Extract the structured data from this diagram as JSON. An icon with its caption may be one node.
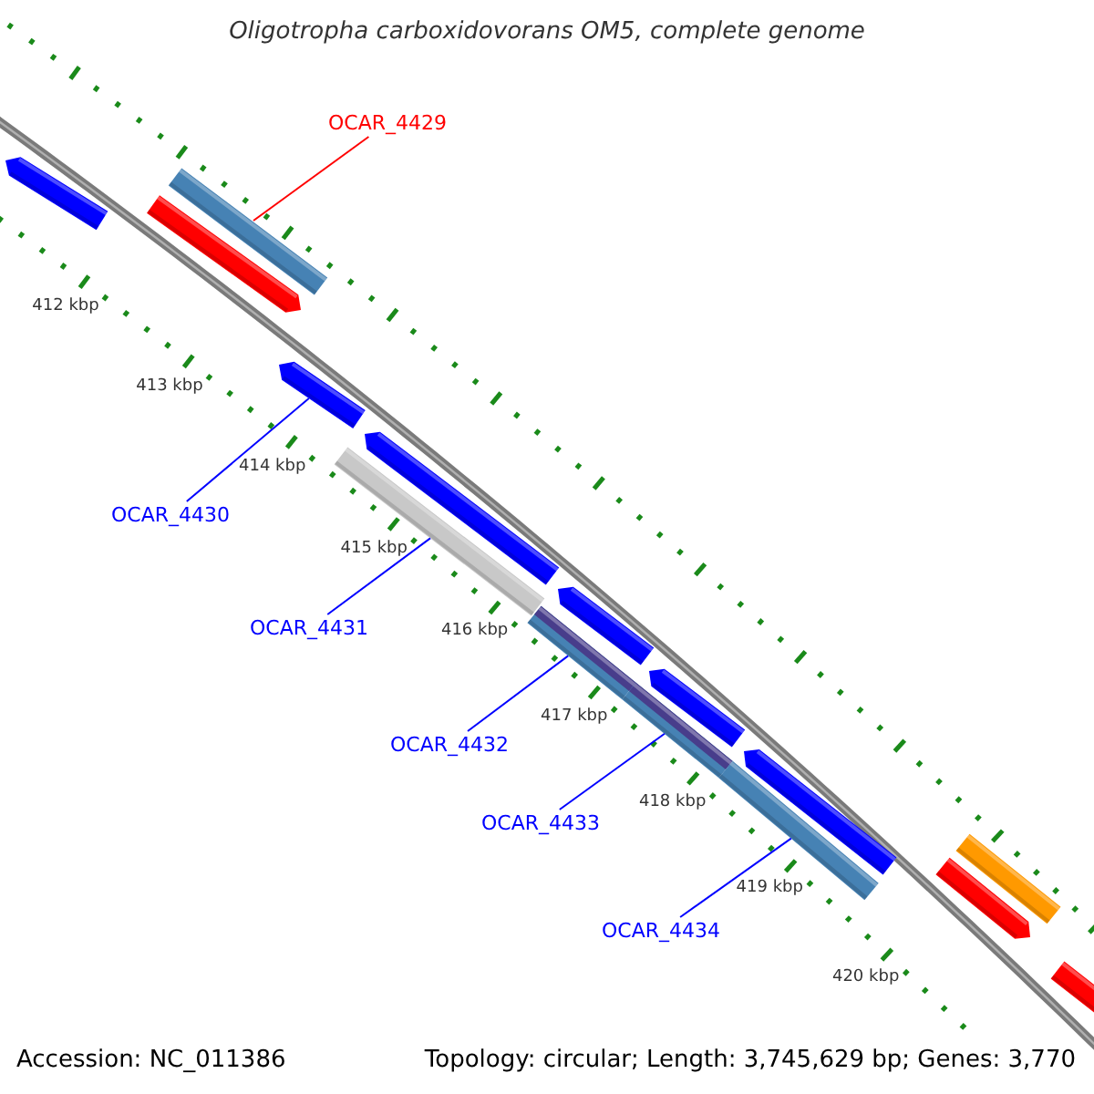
{
  "diagram": {
    "title": "Oligotropha carboxidovorans OM5, complete genome",
    "nodes": [
      {
        "text": [
          "OCAR_4429"
        ]
      },
      {
        "text": [],
        "shape": "bar"
      },
      {
        "text": [
          "OCAR_4430"
        ]
      },
      {
        "text": [],
        "shape": "bar"
      },
      {
        "text": [
          "OCAR_4431"
        ]
      },
      {
        "text": [],
        "shape": "bar"
      },
      {
        "text": [
          "OCAR_4432"
        ]
      },
      {
        "text": [],
        "shape": "bar"
      },
      {
        "text": [
          "OCAR_4433"
        ]
      },
      {
        "text": [],
        "shape": "bar"
      },
      {
        "text": [
          "OCAR_4434"
        ]
      },
      {
        "text": [],
        "shape": "bar"
      }
    ],
    "edges": [
      {
        "from": 0,
        "to": 1,
        "arrow": "none",
        "color": "#ff0000"
      },
      {
        "from": 2,
        "to": 3,
        "arrow": "none"
      },
      {
        "from": 4,
        "to": 5,
        "arrow": "none"
      },
      {
        "from": 6,
        "to": 7,
        "arrow": "none"
      },
      {
        "from": 8,
        "to": 9,
        "arrow": "none"
      },
      {
        "from": 10,
        "to": 11,
        "arrow": "none"
      }
    ],
    "labels": [
      "412 kbp",
      "413 kbp",
      "414 kbp",
      "415 kbp",
      "416 kbp",
      "417 kbp",
      "418 kbp",
      "419 kbp",
      "420 kbp",
      "Accession: NC_011386",
      "Topology: circular; Length: 3,745,629 bp; Genes: 3,770"
    ]
  }
}
